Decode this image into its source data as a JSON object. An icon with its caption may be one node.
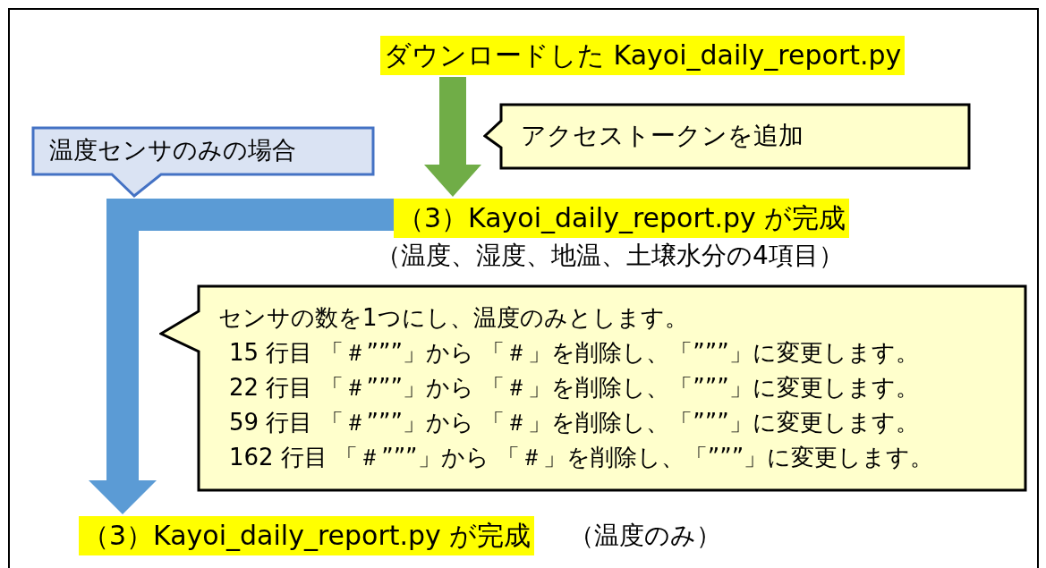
{
  "diagram": {
    "nodes": [
      {
        "text": [
          "ダウンロードした Kayoi_daily_report.py"
        ]
      },
      {
        "text": [
          "アクセストークンを追加"
        ]
      },
      {
        "text": [
          "温度センサのみの場合"
        ]
      },
      {
        "text": [
          "（3）Kayoi_daily_report.py が完成"
        ],
        "beside": [
          "（温度、湿度、地温、土壌水分の4項目）"
        ]
      },
      {
        "text": [
          "センサの数を1つにし、温度のみとします。",
          "15 行目 「＃”””」から 「＃」を削除し、「”””」に変更します。",
          "22 行目 「＃”””」から 「＃」を削除し、「”””」に変更します。",
          "59 行目 「＃”””」から 「＃」を削除し、「”””」に変更します。",
          "162 行目 「＃”””」から 「＃」を削除し、「”””」に変更します。"
        ]
      },
      {
        "text": [
          "（3）Kayoi_daily_report.py が完成"
        ],
        "beside": [
          "（温度のみ）"
        ]
      }
    ],
    "edges": [
      {
        "from": 0,
        "to": 3,
        "arrow": "to",
        "color": "#70ad47"
      },
      {
        "from": 3,
        "to": 5,
        "arrow": "to",
        "color": "#5b9bd5"
      }
    ]
  }
}
